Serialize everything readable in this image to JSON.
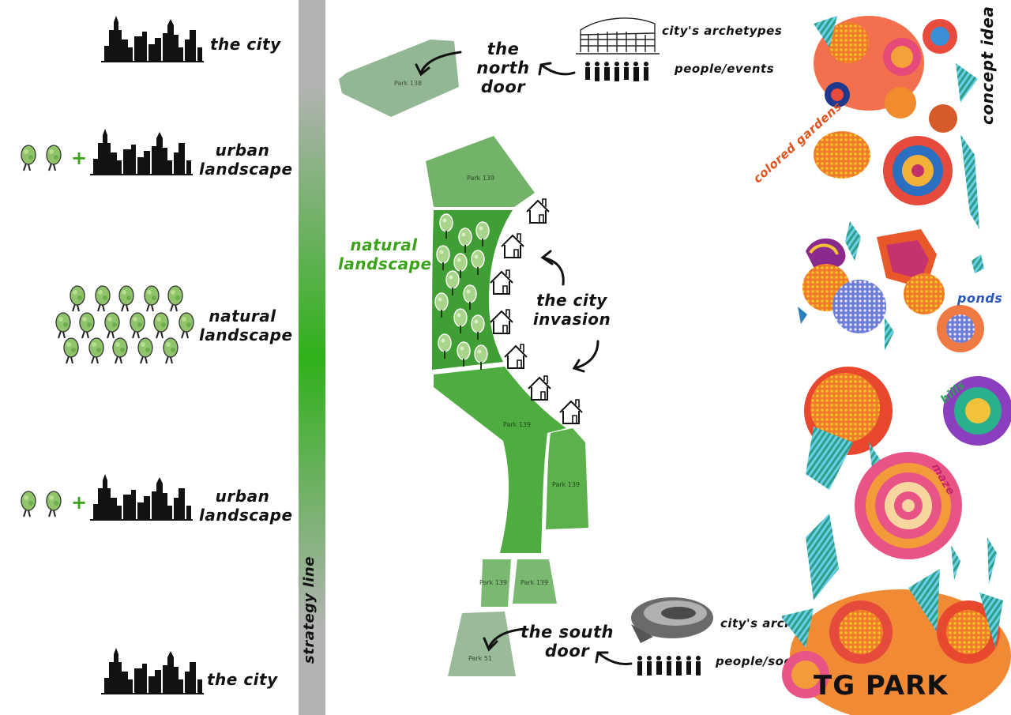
{
  "strategy": {
    "title": "strategy line",
    "rows": [
      {
        "label": "the city"
      },
      {
        "label": "urban landscape",
        "plus": "+"
      },
      {
        "label": "natural landscape"
      },
      {
        "label": "urban landscape",
        "plus": "+"
      },
      {
        "label": "the city"
      }
    ]
  },
  "map": {
    "north_door": "the north door",
    "south_door": "the south door",
    "natural_landscape": "natural landscape",
    "city_invasion": "the city invasion",
    "parcels": [
      "Park 138",
      "Park 139",
      "Park 139",
      "Park 139",
      "Park 139",
      "Park 139",
      "Park 51"
    ],
    "north_links": [
      "city's archetypes",
      "people/events"
    ],
    "south_links": [
      "city's archetypes",
      "people/socialization"
    ]
  },
  "concept": {
    "title": "concept idea",
    "labels": [
      "colored gardens",
      "ponds",
      "hills",
      "maze"
    ],
    "brand": "TG PARK"
  },
  "colors": {
    "green": "#3aa319",
    "parcel_light": "#8fb890",
    "parcel_dark": "#4aab3c",
    "gray": "#b3b3b3",
    "orange": "#e2531c",
    "blue": "#2b57b8",
    "pink": "#c9246a"
  }
}
